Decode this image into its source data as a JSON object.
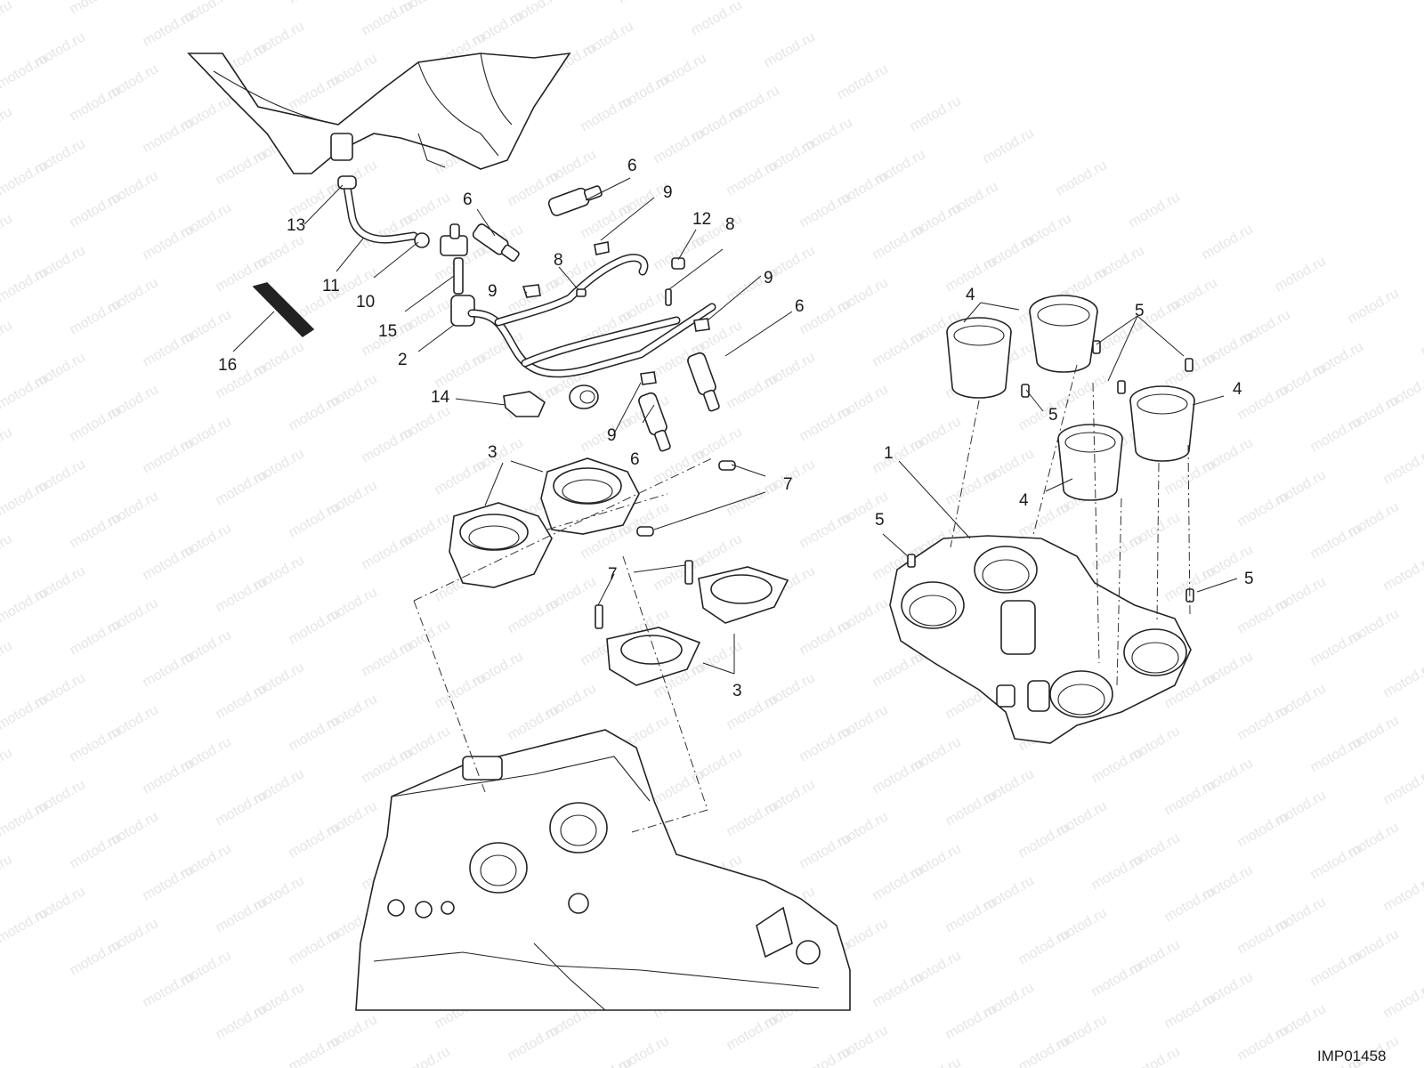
{
  "diagram": {
    "code": "IMP01458",
    "watermark": "motod.ru",
    "callouts": [
      {
        "id": "c1",
        "label": "1"
      },
      {
        "id": "c2",
        "label": "2"
      },
      {
        "id": "c3a",
        "label": "3"
      },
      {
        "id": "c3b",
        "label": "3"
      },
      {
        "id": "c4a",
        "label": "4"
      },
      {
        "id": "c4b",
        "label": "4"
      },
      {
        "id": "c4c",
        "label": "4"
      },
      {
        "id": "c5a",
        "label": "5"
      },
      {
        "id": "c5b",
        "label": "5"
      },
      {
        "id": "c5c",
        "label": "5"
      },
      {
        "id": "c5d",
        "label": "5"
      },
      {
        "id": "c6a",
        "label": "6"
      },
      {
        "id": "c6b",
        "label": "6"
      },
      {
        "id": "c6c",
        "label": "6"
      },
      {
        "id": "c6d",
        "label": "6"
      },
      {
        "id": "c7a",
        "label": "7"
      },
      {
        "id": "c7b",
        "label": "7"
      },
      {
        "id": "c8a",
        "label": "8"
      },
      {
        "id": "c8b",
        "label": "8"
      },
      {
        "id": "c9a",
        "label": "9"
      },
      {
        "id": "c9b",
        "label": "9"
      },
      {
        "id": "c9c",
        "label": "9"
      },
      {
        "id": "c9d",
        "label": "9"
      },
      {
        "id": "c10",
        "label": "10"
      },
      {
        "id": "c11",
        "label": "11"
      },
      {
        "id": "c12",
        "label": "12"
      },
      {
        "id": "c13",
        "label": "13"
      },
      {
        "id": "c14",
        "label": "14"
      },
      {
        "id": "c15",
        "label": "15"
      },
      {
        "id": "c16",
        "label": "16"
      }
    ]
  }
}
